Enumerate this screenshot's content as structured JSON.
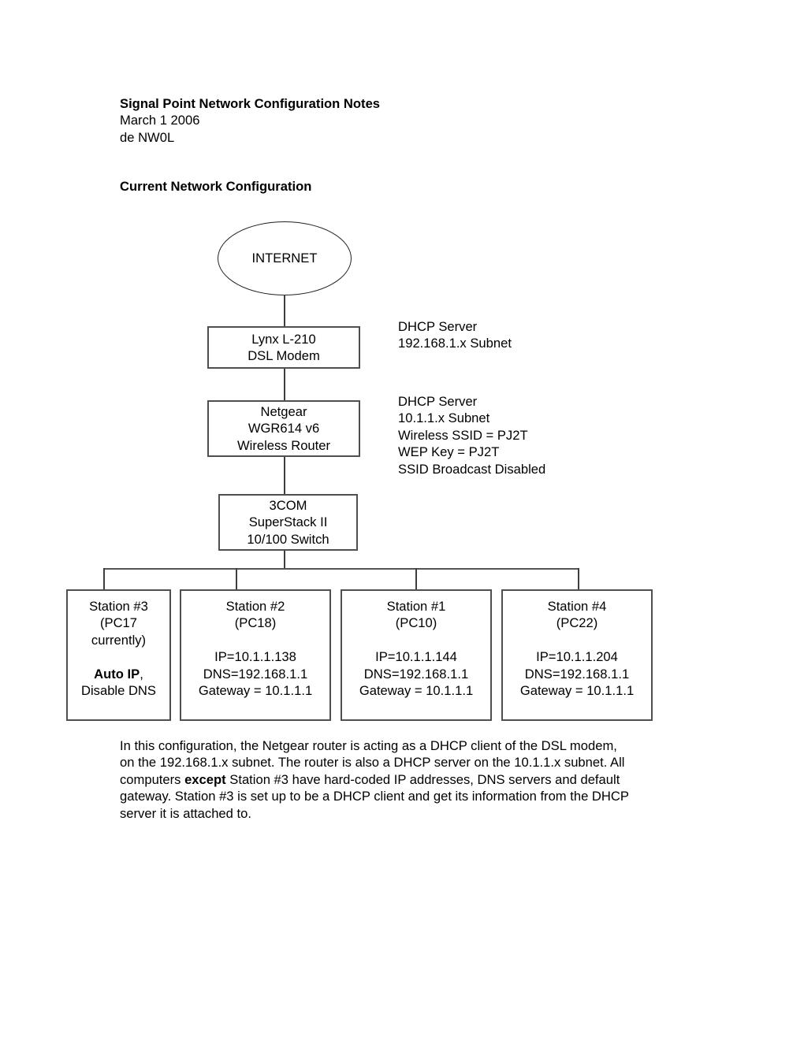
{
  "colors": {
    "background": "#ffffff",
    "text": "#000000",
    "box_border": "#4f4f4f",
    "connector_line": "#3d3d3d"
  },
  "header": {
    "title": "Signal Point Network Configuration Notes",
    "date_line": "March 1 2006",
    "author_line": "de NW0L",
    "section_heading": "Current Network Configuration"
  },
  "diagram": {
    "internet_label": "INTERNET",
    "modem_box": {
      "line1": "Lynx L-210",
      "line2": "DSL Modem"
    },
    "modem_note": {
      "line1": "DHCP Server",
      "line2": "192.168.1.x Subnet"
    },
    "router_box": {
      "line1": "Netgear",
      "line2": "WGR614 v6",
      "line3": "Wireless Router"
    },
    "router_note": {
      "line1": "DHCP Server",
      "line2": "10.1.1.x Subnet",
      "line3": "Wireless SSID = PJ2T",
      "line4": "WEP Key = PJ2T",
      "line5": "SSID Broadcast Disabled"
    },
    "switch_box": {
      "line1": "3COM",
      "line2": "SuperStack II",
      "line3": "10/100 Switch"
    },
    "station3": {
      "title": "Station #3",
      "sub1": "(PC17",
      "sub2": "currently)",
      "bold": "Auto IP",
      "bold_suffix": ",",
      "last": "Disable DNS"
    },
    "station2": {
      "title": "Station #2",
      "pc": "(PC18)",
      "ip": "IP=10.1.1.138",
      "dns": "DNS=192.168.1.1",
      "gateway": "Gateway = 10.1.1.1"
    },
    "station1": {
      "title": "Station #1",
      "pc": "(PC10)",
      "ip": "IP=10.1.1.144",
      "dns": "DNS=192.168.1.1",
      "gateway": "Gateway = 10.1.1.1"
    },
    "station4": {
      "title": "Station #4",
      "pc": "(PC22)",
      "ip": "IP=10.1.1.204",
      "dns": "DNS=192.168.1.1",
      "gateway": "Gateway = 10.1.1.1"
    }
  },
  "body_paragraph": {
    "line1": "In this configuration, the Netgear router is acting as a DHCP client of the DSL modem,",
    "line2": "on the 192.168.1.x subnet. The router is also a DHCP server on the 10.1.1.x subnet. All",
    "line3_pre": "computers ",
    "line3_bold": "except",
    "line3_post": " Station #3 have hard-coded IP addresses, DNS servers and default",
    "line4": "gateway. Station #3 is set up to be a DHCP client and get its information from the DHCP",
    "line5": "server it is attached to."
  }
}
